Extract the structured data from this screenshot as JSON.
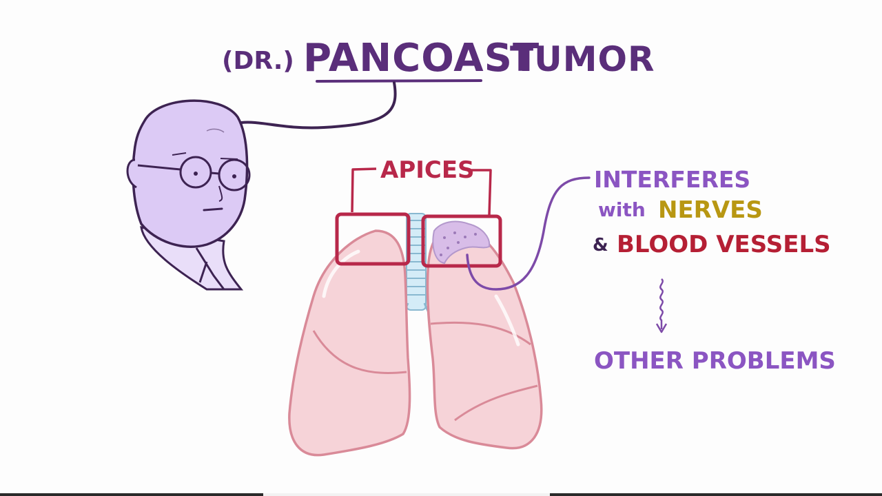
{
  "title": {
    "prefix": "(DR.)",
    "main": "PANCOAST",
    "suffix": "TUMOR"
  },
  "apices_label": "APICES",
  "annotation": {
    "line1": "INTERFERES",
    "line2_with": "with",
    "line2_nerves": "NERVES",
    "line3_amp": "&",
    "line3_vessels": "BLOOD VESSELS",
    "result": "OTHER PROBLEMS"
  },
  "colors": {
    "title": "#5a2e7a",
    "purple_text": "#8b55c2",
    "nerves": "#b89712",
    "vessels": "#b51f34",
    "apices": "#b8284a",
    "lung_fill": "#f6d3d8",
    "lung_stroke": "#d98a98",
    "face_fill": "#dccaf5",
    "face_stroke": "#3d2352",
    "trachea": "#bfe0f0"
  }
}
